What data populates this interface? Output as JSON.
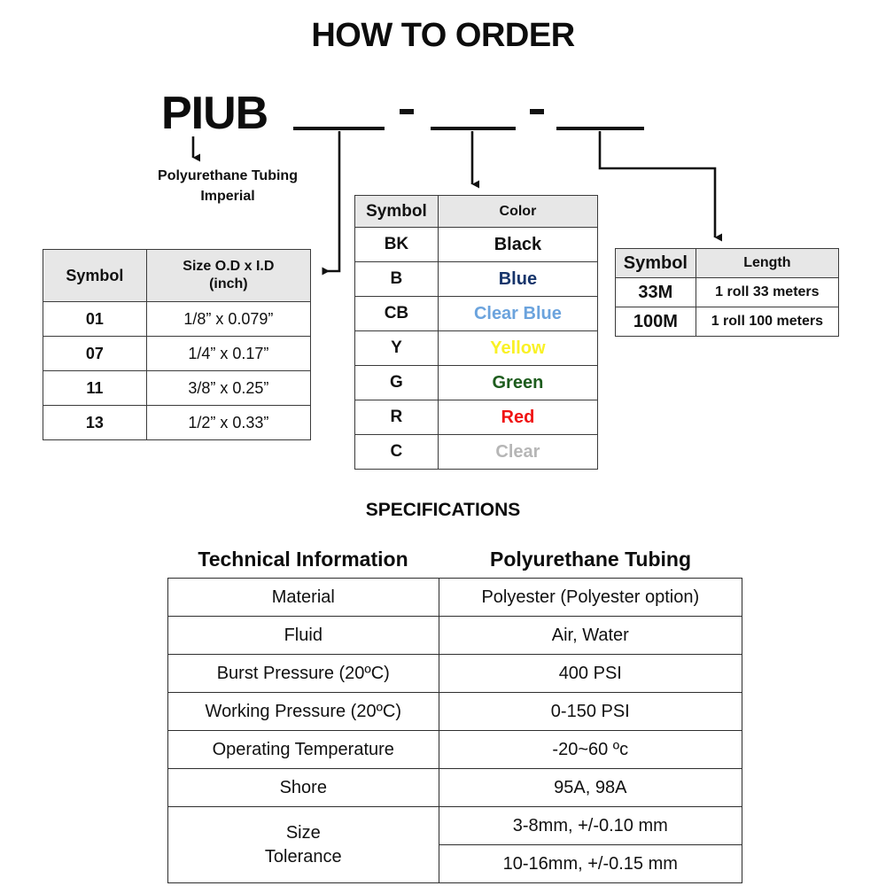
{
  "title": "HOW TO ORDER",
  "order_code": {
    "prefix": "PIUB",
    "separator": "-",
    "caption_line1": "Polyurethane Tubing",
    "caption_line2": "Imperial",
    "blank_size": "",
    "blank_color": "",
    "blank_length": ""
  },
  "size_table": {
    "headers": [
      "Symbol",
      "Size O.D x I.D\n(inch)"
    ],
    "header_size_line1": "Size O.D x I.D",
    "header_size_line2": "(inch)",
    "header_symbol": "Symbol",
    "rows": [
      {
        "symbol": "01",
        "size": "1/8” x 0.079”"
      },
      {
        "symbol": "07",
        "size": "1/4” x 0.17”"
      },
      {
        "symbol": "11",
        "size": "3/8” x 0.25”"
      },
      {
        "symbol": "13",
        "size": "1/2” x 0.33”"
      }
    ]
  },
  "color_table": {
    "header_symbol": "Symbol",
    "header_color": "Color",
    "rows": [
      {
        "symbol": "BK",
        "color": "Black",
        "hex": "#111111"
      },
      {
        "symbol": "B",
        "color": "Blue",
        "hex": "#17356b"
      },
      {
        "symbol": "CB",
        "color": "Clear Blue",
        "hex": "#6ba3dd"
      },
      {
        "symbol": "Y",
        "color": "Yellow",
        "hex": "#f9f125"
      },
      {
        "symbol": "G",
        "color": "Green",
        "hex": "#1d5c1d"
      },
      {
        "symbol": "R",
        "color": "Red",
        "hex": "#f01414"
      },
      {
        "symbol": "C",
        "color": "Clear",
        "hex": "#b6b6b6"
      }
    ]
  },
  "length_table": {
    "header_symbol": "Symbol",
    "header_length": "Length",
    "rows": [
      {
        "symbol": "33M",
        "length": "1 roll 33 meters"
      },
      {
        "symbol": "100M",
        "length": "1 roll 100 meters"
      }
    ]
  },
  "specifications": {
    "section_title": "SPECIFICATIONS",
    "header_left": "Technical Information",
    "header_right": "Polyurethane Tubing",
    "rows": [
      {
        "label": "Material",
        "value": "Polyester (Polyester option)"
      },
      {
        "label": "Fluid",
        "value": "Air, Water"
      },
      {
        "label": "Burst Pressure (20ºC)",
        "value": "400 PSI"
      },
      {
        "label": "Working Pressure (20ºC)",
        "value": "0-150 PSI"
      },
      {
        "label": "Operating Temperature",
        "value": "-20~60 ºc"
      },
      {
        "label": "Shore",
        "value": "95A, 98A"
      }
    ],
    "tolerance_row": {
      "label_line1": "Size",
      "label_line2": "Tolerance",
      "value1": "3-8mm, +/-0.10 mm",
      "value2": "10-16mm, +/-0.15 mm"
    }
  },
  "icons": {
    "arrow_down": "arrow-down-icon",
    "arrow_left": "arrow-left-icon"
  }
}
